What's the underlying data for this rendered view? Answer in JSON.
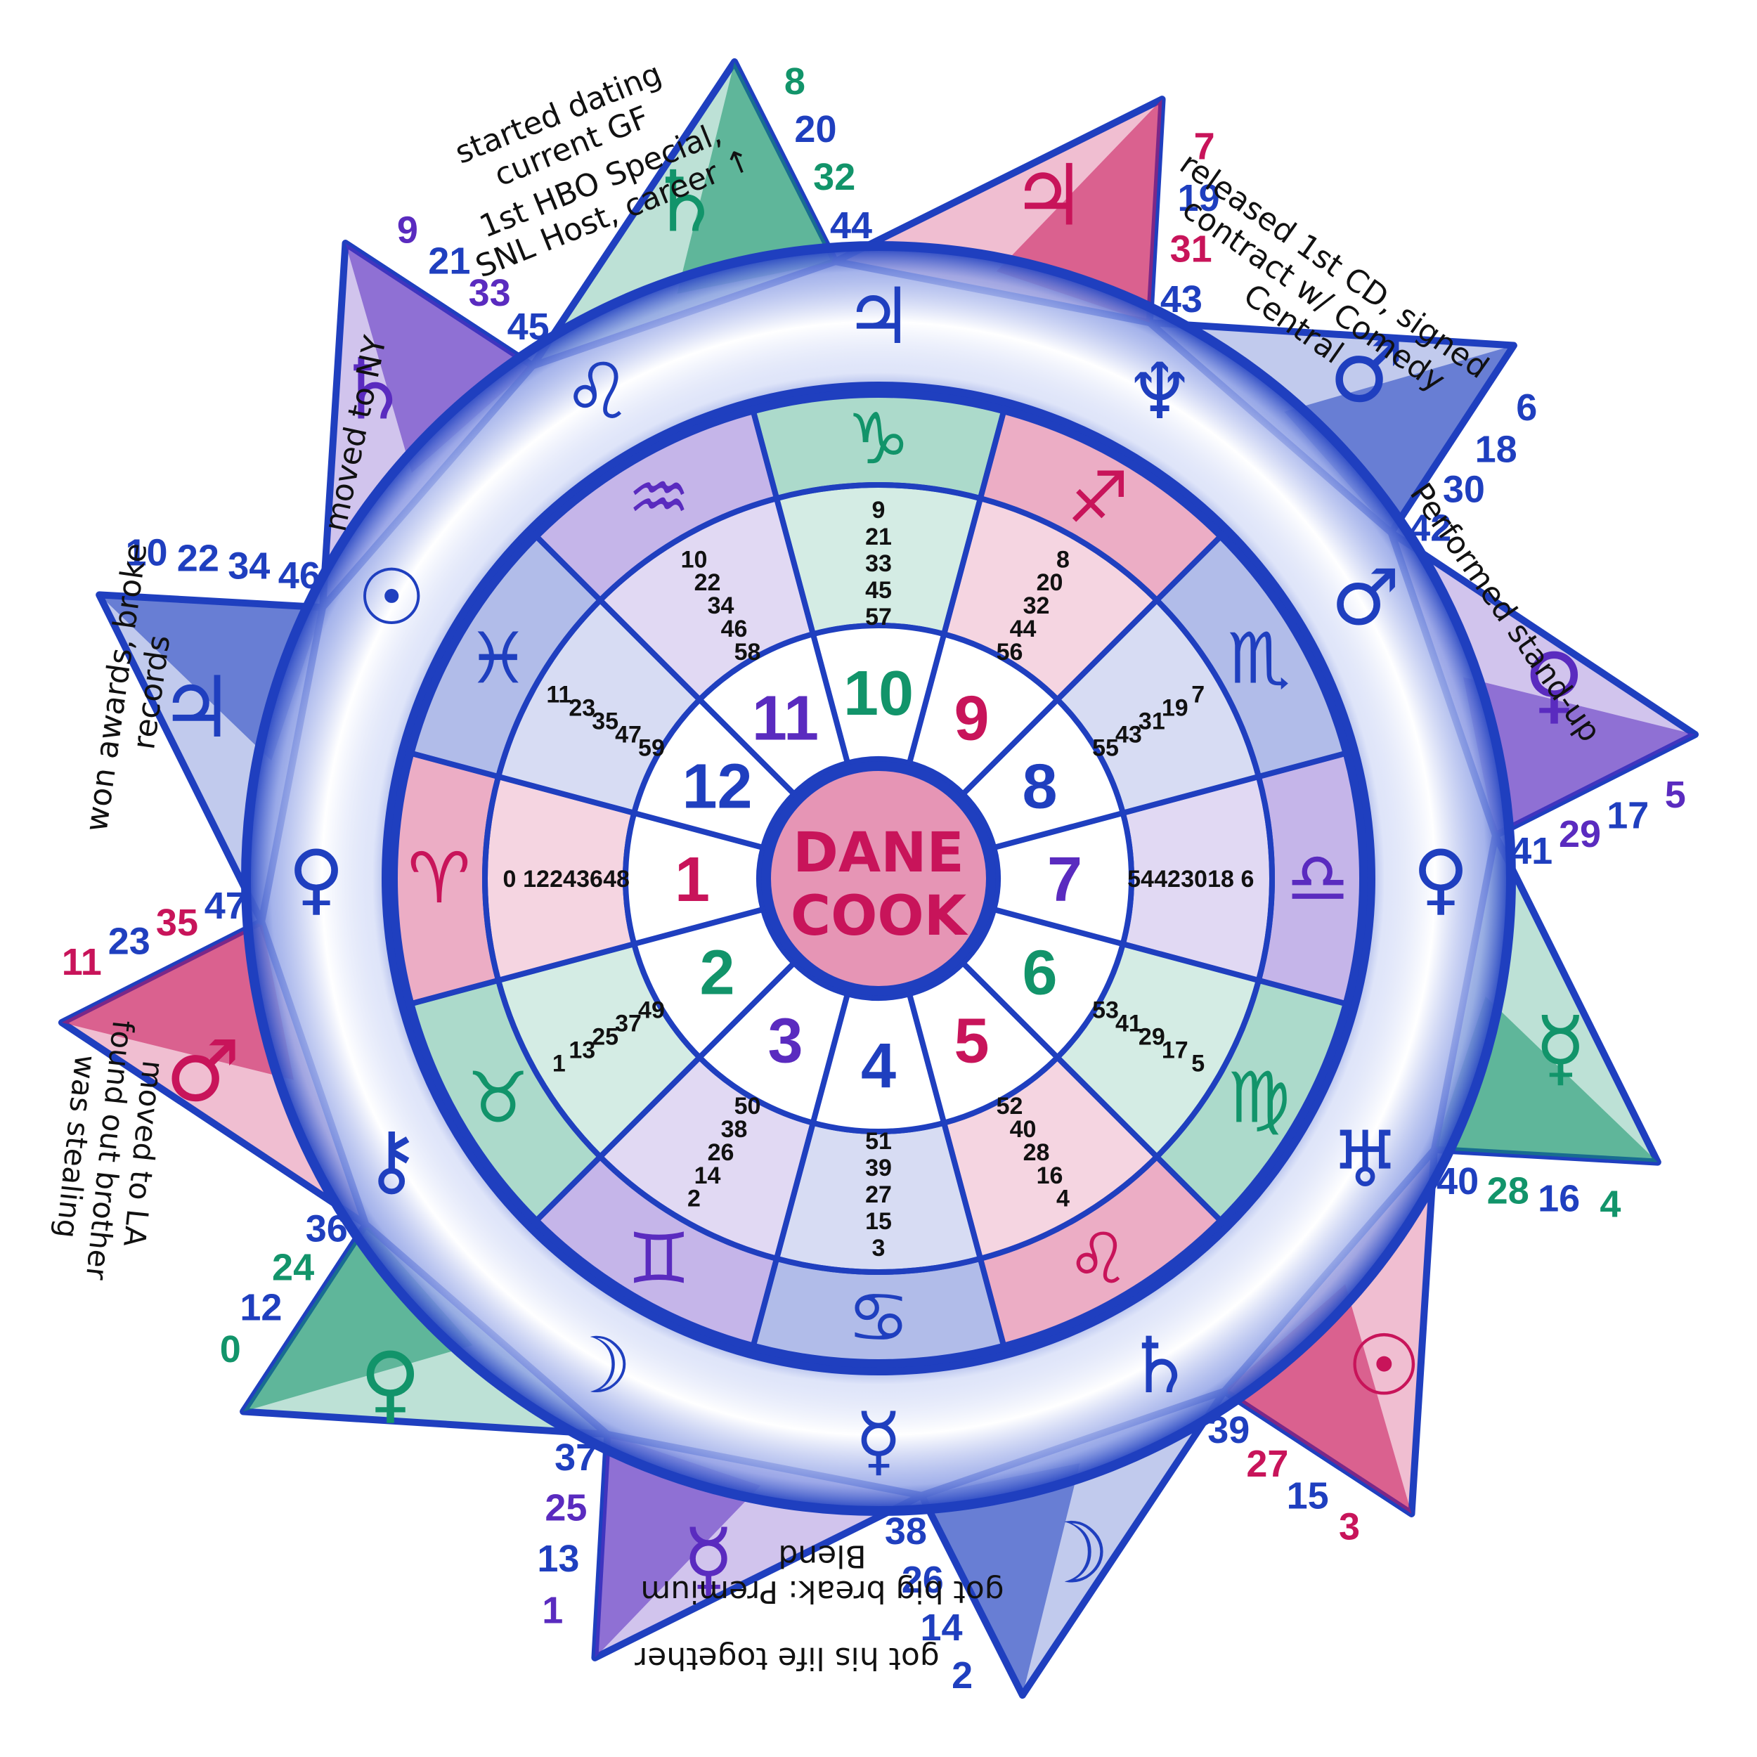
{
  "center": {
    "line1": "DANE",
    "line2": "COOK"
  },
  "colors": {
    "blue": "#1f3fbf",
    "magenta": "#c8145a",
    "green": "#12946a",
    "purple": "#5a2bbf",
    "ink": "#111111"
  },
  "houses": [
    {
      "n": "1",
      "color": "magenta",
      "sign": "♈",
      "sign_name": "aries-icon",
      "ages": [
        "0",
        "12",
        "24",
        "36",
        "48"
      ]
    },
    {
      "n": "2",
      "color": "green",
      "sign": "♉",
      "sign_name": "taurus-icon",
      "ages": [
        "1",
        "13",
        "25",
        "37",
        "49"
      ]
    },
    {
      "n": "3",
      "color": "purple",
      "sign": "♊",
      "sign_name": "gemini-icon",
      "ages": [
        "2",
        "14",
        "26",
        "38",
        "50"
      ]
    },
    {
      "n": "4",
      "color": "blue",
      "sign": "♋",
      "sign_name": "cancer-icon",
      "ages": [
        "3",
        "15",
        "27",
        "39",
        "51"
      ]
    },
    {
      "n": "5",
      "color": "magenta",
      "sign": "♌",
      "sign_name": "leo-icon",
      "ages": [
        "4",
        "16",
        "28",
        "40",
        "52"
      ]
    },
    {
      "n": "6",
      "color": "green",
      "sign": "♍",
      "sign_name": "virgo-icon",
      "ages": [
        "5",
        "17",
        "29",
        "41",
        "53"
      ]
    },
    {
      "n": "7",
      "color": "purple",
      "sign": "♎",
      "sign_name": "libra-icon",
      "ages": [
        "6",
        "18",
        "30",
        "42",
        "54"
      ]
    },
    {
      "n": "8",
      "color": "blue",
      "sign": "♏",
      "sign_name": "scorpio-icon",
      "ages": [
        "7",
        "19",
        "31",
        "43",
        "55"
      ]
    },
    {
      "n": "9",
      "color": "magenta",
      "sign": "♐",
      "sign_name": "sagittarius-icon",
      "ages": [
        "8",
        "20",
        "32",
        "44",
        "56"
      ]
    },
    {
      "n": "10",
      "color": "green",
      "sign": "♑",
      "sign_name": "capricorn-icon",
      "ages": [
        "9",
        "21",
        "33",
        "45",
        "57"
      ]
    },
    {
      "n": "11",
      "color": "purple",
      "sign": "♒",
      "sign_name": "aquarius-icon",
      "ages": [
        "10",
        "22",
        "34",
        "46",
        "58"
      ]
    },
    {
      "n": "12",
      "color": "blue",
      "sign": "♓",
      "sign_name": "pisces-icon",
      "ages": [
        "11",
        "23",
        "35",
        "47",
        "59"
      ]
    }
  ],
  "ring_planets": [
    {
      "g": "♃",
      "name": "jupiter-icon"
    },
    {
      "g": "♆",
      "name": "neptune-icon"
    },
    {
      "g": "♂",
      "name": "mars-icon"
    },
    {
      "g": "♀",
      "name": "venus-icon"
    },
    {
      "g": "♅",
      "name": "uranus-icon"
    },
    {
      "g": "♄",
      "name": "saturn-icon"
    },
    {
      "g": "☿",
      "name": "mercury-icon"
    },
    {
      "g": "☽",
      "name": "moon-icon"
    },
    {
      "g": "⚷",
      "name": "chiron-icon"
    },
    {
      "g": "♀",
      "name": "venus-icon"
    },
    {
      "g": "☉",
      "name": "sun-icon"
    },
    {
      "g": "♌",
      "name": "leo-icon"
    }
  ],
  "points": [
    {
      "color": "blue",
      "glyph": "♂",
      "glyph_name": "mars-icon",
      "ages": [
        "6",
        "18",
        "30",
        "42"
      ]
    },
    {
      "color": "purple",
      "glyph": "♀",
      "glyph_name": "venus-icon",
      "ages": [
        "5",
        "17",
        "29",
        "41"
      ]
    },
    {
      "color": "green",
      "glyph": "☿",
      "glyph_name": "mercury-icon",
      "ages": [
        "4",
        "16",
        "28",
        "40"
      ]
    },
    {
      "color": "magenta",
      "glyph": "☉",
      "glyph_name": "sun-icon",
      "ages": [
        "3",
        "15",
        "27",
        "39"
      ]
    },
    {
      "color": "blue",
      "glyph": "☽",
      "glyph_name": "moon-icon",
      "ages": [
        "2",
        "14",
        "26",
        "38"
      ]
    },
    {
      "color": "purple",
      "glyph": "☿",
      "glyph_name": "mercury-icon",
      "ages": [
        "1",
        "13",
        "25",
        "37"
      ]
    },
    {
      "color": "green",
      "glyph": "♀",
      "glyph_name": "venus-icon",
      "ages": [
        "0",
        "12",
        "24",
        "36"
      ]
    },
    {
      "color": "magenta",
      "glyph": "♂",
      "glyph_name": "mars-icon",
      "ages": [
        "11",
        "23",
        "35",
        "47"
      ]
    },
    {
      "color": "blue",
      "glyph": "♃",
      "glyph_name": "jupiter-icon",
      "ages": [
        "10",
        "22",
        "34",
        "46"
      ]
    },
    {
      "color": "purple",
      "glyph": "♄",
      "glyph_name": "saturn-icon",
      "ages": [
        "9",
        "21",
        "33",
        "45"
      ]
    },
    {
      "color": "green",
      "glyph": "♄",
      "glyph_name": "saturn-icon",
      "ages": [
        "8",
        "20",
        "32",
        "44"
      ]
    },
    {
      "color": "magenta",
      "glyph": "♃",
      "glyph_name": "jupiter-icon",
      "ages": [
        "7",
        "19",
        "31",
        "43"
      ]
    }
  ],
  "notes": [
    {
      "id": "note-girlfriend",
      "lines": [
        "started dating",
        "current GF"
      ]
    },
    {
      "id": "note-hbo",
      "lines": [
        "1st HBO Special,",
        "SNL Host, career ↑"
      ]
    },
    {
      "id": "note-cd",
      "lines": [
        "released 1st CD, signed",
        "contract w/ Comedy",
        "Central"
      ]
    },
    {
      "id": "note-standup",
      "lines": [
        "Performed stand-up"
      ]
    },
    {
      "id": "note-ny",
      "lines": [
        "moved to NY"
      ]
    },
    {
      "id": "note-awards",
      "lines": [
        "won awards, broke",
        "records"
      ]
    },
    {
      "id": "note-brother",
      "lines": [
        "moved to LA",
        "found out brother",
        "was stealing"
      ]
    },
    {
      "id": "note-break",
      "lines": [
        "got big break: Premium",
        "Blend"
      ]
    },
    {
      "id": "note-life",
      "lines": [
        "got his life together"
      ]
    }
  ]
}
